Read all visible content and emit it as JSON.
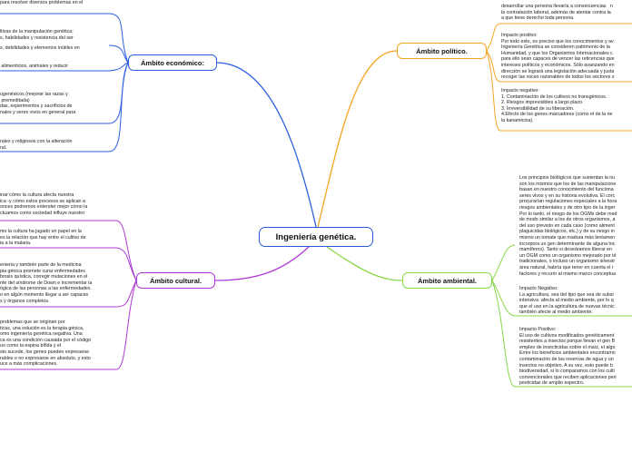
{
  "central": {
    "label": "Ingeniería genética."
  },
  "branches": {
    "economico": {
      "label": "Ámbito económico:",
      "color": "#2c5fe0",
      "items": [
        "para resolver diversos problemas en el",
        "ltivas de la manipulación genética:\ns, habilidades y resistencia del ser",
        "s, debilidades y elementos inútiles en",
        " alimenticios, animales y reducir",
        "ugenésicos (mejorar las razas y\n premeditada)\ndas, experimentos y sacrificios de\nnales y seres vivos en general para",
        "rales y religiosos con la alteración\nral."
      ]
    },
    "politico": {
      "label": "Ámbito político.",
      "color": "#f5a623",
      "items": [
        "desarrollar una persona llevaría a consecuencias   n\nla contratación laboral, además de atentar contra la\na que tiene derecho toda persona.",
        "Impacto positivo:\nPor todo esto, es preciso que los conocimientos y av\nIngeniería Genética se consideren patrimonio de la\nHumanidad, y que los Organismos Internacionales c\npara ello sean capaces de vencer las reticencias que\nintereses políticos y económicos. Sólo avanzando en\ndirección se logrará una legislación adecuada y justa\nrecoger las voces razonables de todos los sectores s",
        "Impacto negativo:\n1. Contaminación de los cultivos no transgénicos.\n2. Riesgos imprevisibles a largo plazo.\n3. Irreversibilidad de su liberación.\n4.Efecto de los genes marcadores (como el de la ne\nla kanamicina)."
      ]
    },
    "cultural": {
      "label": "Ámbito cultural.",
      "color": "#b03ad6",
      "items": [
        "inar cómo la cultura afecta nuestra\nica -y cómo estos procesos se aplican a\nonces podremos entender mejor cómo la\nctuamos como sociedad influye nuestro",
        "mo la cultura ha jugado un papel en la\nes la relación que hay entre el cultivo de\nia a la malaria.",
        "enieria y también parte de la medicina\npia génica promete curar enfermedades\nbrosis quística, corregir mutaciones en el\nnte del síndrome de Down e incrementar la\nógica de las personas a las enfermedades\no en algún momento llegar a ser capaces\ns y órganos completos.",
        "problemas que se originan por\nticas, una solución es la terapia génica,\nomo ingeniería genética negativa. Una\nca es una condición causada por el código\nuo como la espina bífida y el\nsto sucede, los genes pueden expresarse\nrables o no expresarse en absoluto, y esto\nuce a más complicaciones."
      ]
    },
    "ambiental": {
      "label": "Ámbito  ambiental.",
      "color": "#88d845",
      "items": [
        "Los principios biológicos que sustentan la nu\nson los mismos que los de las manipulacione\nbasan en nuestro conocimiento del funciona\nseres vivos y en su historia evolutiva. El corc\nprocurarían regulaciones especiales a la hora\nriesgos ambientales y de otro tipo de la inger\nPor lo tanto, el riesgo de los OGMs debe med\nde modo similar a los de otros organismos, a\ndel uso previsto en cada caso (como aliment\nplaguicidas biológicos, etc.) y de su riesgo in\nmismo un tomate que madura más lentamen\nincorpora un gen determinante de alguna toc\nmamíferos). Tanto si deseáramos liberar en\nun OGM como un organismo mejorado por té\ntradicionales, o incluso un organismo silvestr\nárea natural, habría que tener en cuenta el r\nfactores y recurrir al mismo marco conceptua",
        "Impacto Negativo:\nLa agricultura, sea del tipo que sea de subsi\nintensiva  afecta al medio ambiente, por lo q\nque el uso en la agricultura de nuevas técnic\ntambién afecte al medio ambiente.",
        "Impacto Positivo:\nEl uso de cultivos modificados genéticament\nresistentes a insectos porque llevan el gen B\nempleo de insecticidas sobre el maíz, el algo\nEntre los beneficios ambientales encontramo\ncontaminación de las reservas de agua y un\ninsectos no objetivo. A su vez, esto puede b\nbiodiversidad, si lo comparamos con los culti\nconvencionales que reciben aplicaciones peri\npesticidas de amplio espectro."
      ]
    }
  }
}
